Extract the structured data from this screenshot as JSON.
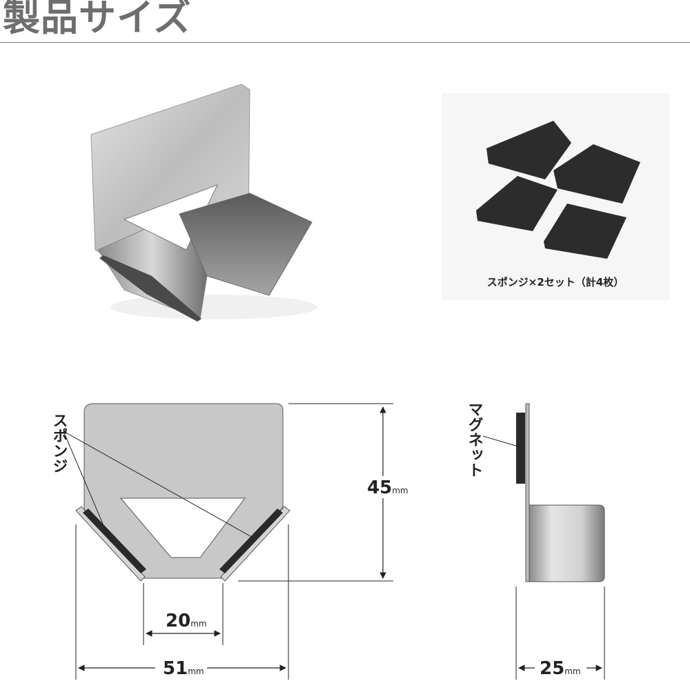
{
  "header": {
    "title": "製品サイズ"
  },
  "photos": {
    "sponge_caption": "スポンジ×2セット（計4枚）"
  },
  "diagram": {
    "labels": {
      "sponge": "スポンジ",
      "magnet": "マグネット"
    },
    "dimensions": [
      {
        "id": "height",
        "value": "45",
        "unit": "mm"
      },
      {
        "id": "inner-width",
        "value": "20",
        "unit": "mm"
      },
      {
        "id": "outer-width",
        "value": "51",
        "unit": "mm"
      },
      {
        "id": "depth",
        "value": "25",
        "unit": "mm"
      }
    ]
  },
  "colors": {
    "plate": "#c8c8c8",
    "title": "#6e6e6e",
    "sponge": "#2a2a2a",
    "line": "#222222"
  }
}
